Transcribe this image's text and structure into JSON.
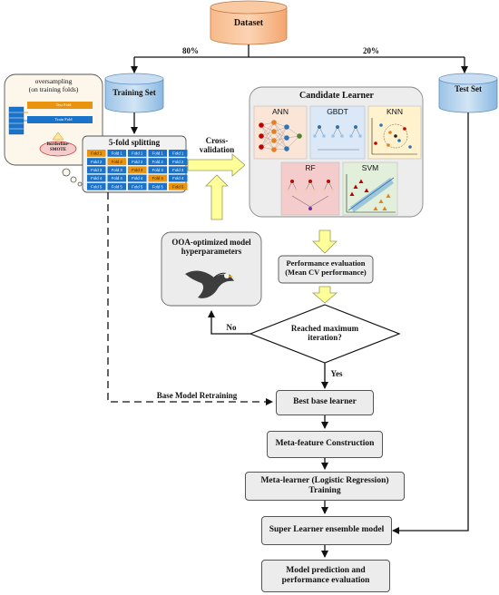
{
  "nodes": {
    "dataset": "Dataset",
    "training_set": "Training Set",
    "test_set": "Test Set",
    "split_train": "80%",
    "split_test": "20%",
    "five_fold": "5-fold splitting",
    "cross_validation": "Cross-\nvalidation",
    "candidate_learner": "Candidate Learner",
    "perf_eval": "Performance evaluation\n(Mean CV performance)",
    "decision": "Reached maximum\niteration?",
    "decision_no": "No",
    "decision_yes": "Yes",
    "ooa": "OOA-optimized model\nhyperparameters",
    "base_retrain": "Base Model Retraining",
    "best_base": "Best  base learner",
    "meta_feature": "Meta-feature Construction",
    "meta_learner": "Meta-learner (Logistic Regression) Training",
    "super_learner": "Super Learner ensemble model",
    "final": "Model prediction and\nperformance evaluation"
  },
  "oversampling": {
    "title": "oversampling\n(on training folds)",
    "test_fold": "Test Fold",
    "train_fold": "Train Fold",
    "method": "Borderline-\nSMOTE"
  },
  "models": [
    "ANN",
    "GBDT",
    "KNN",
    "RF",
    "SVM"
  ],
  "fold_labels": [
    "Fold 1",
    "Fold 2",
    "Fold 3",
    "Fold 4",
    "Fold 5"
  ],
  "colors": {
    "fold_blue": "#1a73c9",
    "fold_orange": "#e8940f",
    "cylinder_top_orange": "#f4b183",
    "cylinder_orange": "#f8cbad",
    "cylinder_blue": "#bdd7ee",
    "arrow_yellow": "#ffff99",
    "ann_bg": "#fbe5d6",
    "gbdt_bg": "#dae8f7",
    "knn_bg": "#fff2cc",
    "rf_bg": "#f4cccc",
    "svm_bg": "#e2efda"
  }
}
